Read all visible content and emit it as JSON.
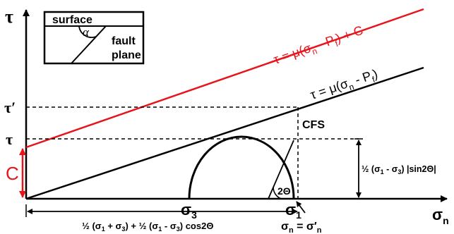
{
  "axes": {
    "y_symbol": "τ",
    "x_symbol": "σ",
    "x_sub": "n"
  },
  "inset": {
    "surface_label": "surface",
    "angle_label": "α",
    "fault_label_line1": "fault",
    "fault_label_line2": "plane"
  },
  "lines": {
    "red": {
      "t1": "τ = μ(σ",
      "sub_n": "n",
      "t2": " - P",
      "sub_f": "f",
      "t3": ") + C",
      "color": "#e8141b"
    },
    "black": {
      "t1": "τ = μ(σ",
      "sub_n": "n",
      "t2": " - P",
      "sub_f": "f",
      "t3": ")",
      "color": "#000000"
    }
  },
  "y_ticks": {
    "tau_prime": "τ′",
    "tau": "τ"
  },
  "cfs_label": "CFS",
  "c_label": "C",
  "sigma3": {
    "sym": "σ",
    "sub": "3"
  },
  "sigma1": {
    "sym": "σ",
    "sub": "1"
  },
  "angle2theta": "2Θ",
  "sigma_n_eq": {
    "a": "σ",
    "a_sub": "n",
    "eq": " = σ′",
    "b_sub": "n"
  },
  "shear_formula": {
    "half": "½",
    "open": " (σ",
    "s1": "1",
    "minus": " - σ",
    "s3": "3",
    "close": ") |sin2Θ|"
  },
  "normal_formula": {
    "p1": "½ (σ",
    "s1a": "1",
    "p2": " + σ",
    "s3a": "3",
    "p3": ") + ½ (σ",
    "s1b": "1",
    "p4": " - σ",
    "s3b": "3",
    "p5": ") cos2Θ"
  }
}
